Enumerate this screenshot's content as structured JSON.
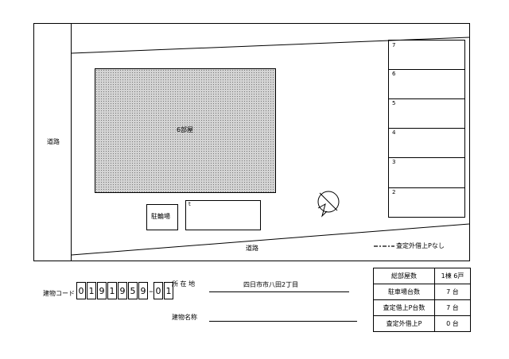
{
  "site": {
    "road_left": "道路",
    "road_bottom": "道路",
    "building_label": "6部屋",
    "bike_parking": "駐輪場",
    "lot_mark": "t",
    "parking_numbers": [
      "7",
      "6",
      "5",
      "4",
      "3",
      "2"
    ],
    "legend": "査定外借上Pなし"
  },
  "footer": {
    "code_label": "建物コード",
    "code_digits": [
      "0",
      "1",
      "9",
      "1",
      "9",
      "5",
      "9"
    ],
    "code_dash": "–",
    "code_suffix": [
      "0",
      "1"
    ],
    "address_label": "所 在 地",
    "address_value": "四日市市八田2丁目",
    "building_name_label": "建物名称",
    "building_name_value": ""
  },
  "summary": [
    {
      "label": "総部屋数",
      "value": "1棟 6戸"
    },
    {
      "label": "駐車場台数",
      "value": "7 台"
    },
    {
      "label": "査定借上P台数",
      "value": "7 台"
    },
    {
      "label": "査定外借上P",
      "value": "0 台"
    }
  ]
}
